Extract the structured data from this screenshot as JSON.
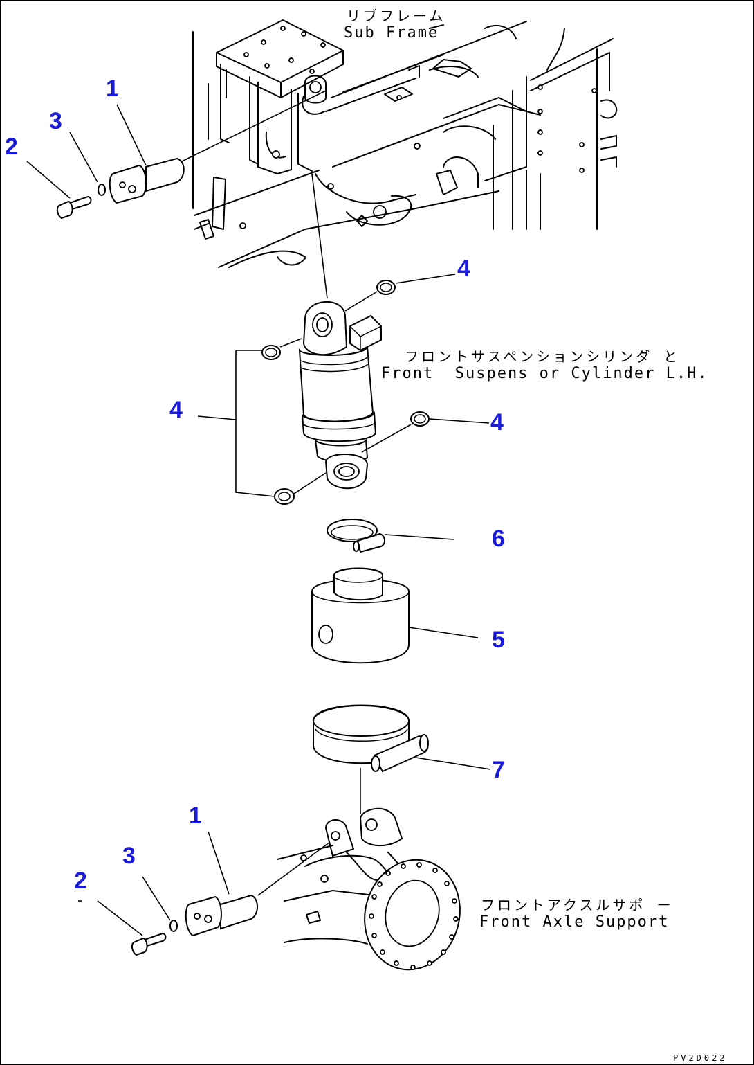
{
  "colors": {
    "callout": "#1a1adc",
    "line": "#000000",
    "background": "#ffffff"
  },
  "labels": {
    "sub_frame_jp": "リブフレーム",
    "sub_frame_en": "Sub Frame",
    "cylinder_jp": "フロントサスペンションシリンダ と",
    "cylinder_en": "Front  Suspens or Cylinder L.H.",
    "axle_support_jp": "フロントアクスルサポ ー",
    "axle_support_en": "Front Axle Support"
  },
  "callouts": {
    "top_pin": "1",
    "top_bolt": "2",
    "top_washer": "3",
    "ring_upper_right": "4",
    "ring_left_group": "4",
    "ring_lower_right": "4",
    "boot": "5",
    "small_clamp": "6",
    "large_clamp": "7",
    "bottom_pin": "1",
    "bottom_bolt": "2",
    "bottom_washer": "3"
  },
  "drawing_ref": "PV2D022"
}
